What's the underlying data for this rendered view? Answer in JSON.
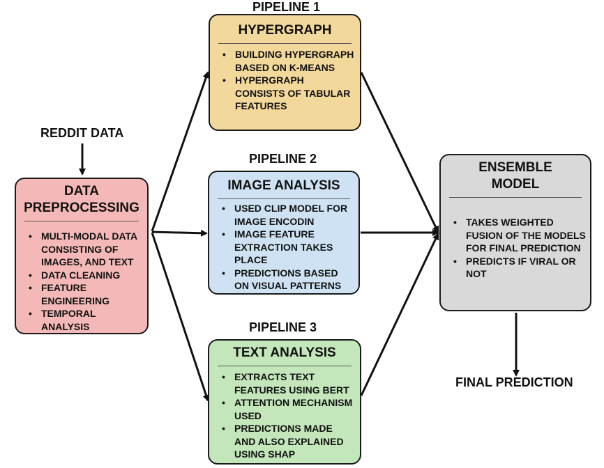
{
  "input_label": "REDDIT DATA",
  "output_label": "FINAL PREDICTION",
  "preprocessing": {
    "title_line1": "DATA",
    "title_line2": "PREPROCESSING",
    "bullets": [
      "MULTI-MODAL DATA CONSISTING OF IMAGES, AND TEXT",
      "DATA CLEANING",
      "FEATURE ENGINEERING",
      "TEMPORAL ANALYSIS"
    ],
    "color": "#f4b8b8"
  },
  "pipelines": [
    {
      "label": "PIPELINE 1",
      "title": "HYPERGRAPH",
      "bullets": [
        "BUILDING HYPERGRAPH BASED ON K-MEANS",
        "HYPERGRAPH CONSISTS OF TABULAR FEATURES"
      ],
      "color": "#f3d89b"
    },
    {
      "label": "PIPELINE 2",
      "title": "IMAGE ANALYSIS",
      "bullets": [
        "USED CLIP MODEL FOR IMAGE ENCODIN",
        "IMAGE FEATURE EXTRACTION TAKES PLACE",
        "PREDICTIONS BASED ON VISUAL PATTERNS"
      ],
      "color": "#cfe2f3"
    },
    {
      "label": "PIPELINE 3",
      "title": "TEXT ANALYSIS",
      "bullets": [
        "EXTRACTS TEXT FEATURES USING BERT",
        "ATTENTION MECHANISM USED",
        "PREDICTIONS MADE AND ALSO EXPLAINED USING SHAP"
      ],
      "color": "#c3e6ba"
    }
  ],
  "ensemble": {
    "title_line1": "ENSEMBLE",
    "title_line2": "MODEL",
    "bullets": [
      "TAKES WEIGHTED FUSION OF THE MODELS FOR FINAL PREDICTION",
      "PREDICTS IF VIRAL OR NOT"
    ],
    "color": "#d9d9d9"
  }
}
